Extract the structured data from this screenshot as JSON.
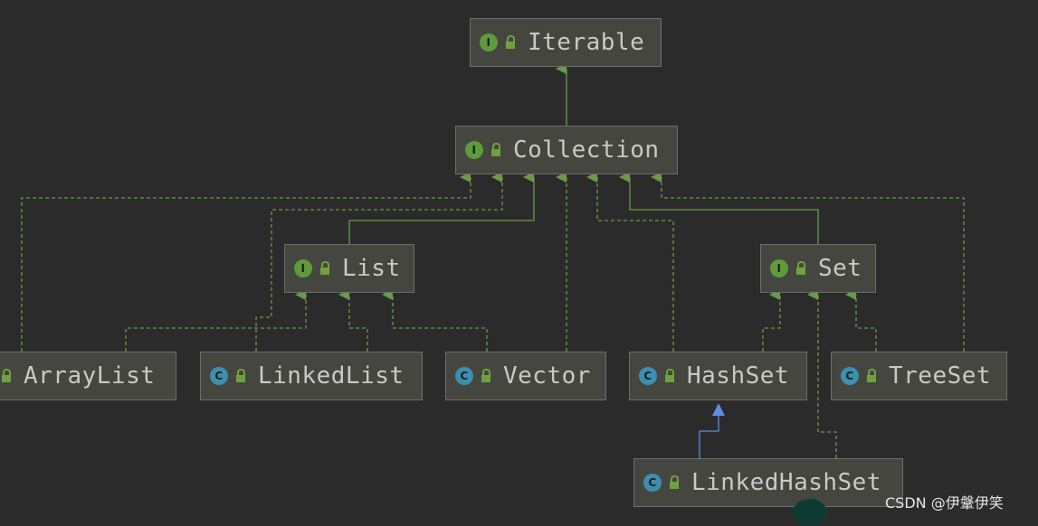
{
  "nodes": {
    "iterable": {
      "name": "Iterable",
      "kind": "interface",
      "badge": "I"
    },
    "collection": {
      "name": "Collection",
      "kind": "interface",
      "badge": "I"
    },
    "list": {
      "name": "List",
      "kind": "interface",
      "badge": "I"
    },
    "set": {
      "name": "Set",
      "kind": "interface",
      "badge": "I"
    },
    "array_list": {
      "name": "ArrayList",
      "kind": "class"
    },
    "linked_list": {
      "name": "LinkedList",
      "kind": "class",
      "badge": "C"
    },
    "vector": {
      "name": "Vector",
      "kind": "class",
      "badge": "C"
    },
    "hash_set": {
      "name": "HashSet",
      "kind": "class",
      "badge": "C"
    },
    "tree_set": {
      "name": "TreeSet",
      "kind": "class",
      "badge": "C"
    },
    "linked_hash_set": {
      "name": "LinkedHashSet",
      "kind": "class",
      "badge": "C"
    }
  },
  "relations": [
    {
      "from": "collection",
      "to": "iterable",
      "type": "extends"
    },
    {
      "from": "list",
      "to": "collection",
      "type": "extends"
    },
    {
      "from": "set",
      "to": "collection",
      "type": "extends"
    },
    {
      "from": "array_list",
      "to": "collection",
      "type": "implements"
    },
    {
      "from": "linked_list",
      "to": "collection",
      "type": "implements"
    },
    {
      "from": "vector",
      "to": "collection",
      "type": "implements"
    },
    {
      "from": "hash_set",
      "to": "collection",
      "type": "implements"
    },
    {
      "from": "tree_set",
      "to": "collection",
      "type": "implements"
    },
    {
      "from": "array_list",
      "to": "list",
      "type": "implements"
    },
    {
      "from": "linked_list",
      "to": "list",
      "type": "implements"
    },
    {
      "from": "vector",
      "to": "list",
      "type": "implements"
    },
    {
      "from": "hash_set",
      "to": "set",
      "type": "implements"
    },
    {
      "from": "linked_hash_set",
      "to": "set",
      "type": "implements"
    },
    {
      "from": "tree_set",
      "to": "set",
      "type": "implements"
    },
    {
      "from": "linked_hash_set",
      "to": "hash_set",
      "type": "class-extends"
    }
  ],
  "colors": {
    "background": "#2b2b2b",
    "node_fill": "#45463f",
    "node_border": "#6e6e68",
    "node_text": "#c9c9c9",
    "interface_badge": "#5f9a3b",
    "class_badge": "#3d8fb0",
    "green_arrow": "#6a9a4a",
    "blue_arrow": "#5b8ee0"
  },
  "watermark": "CSDN @伊鞶伊笑"
}
